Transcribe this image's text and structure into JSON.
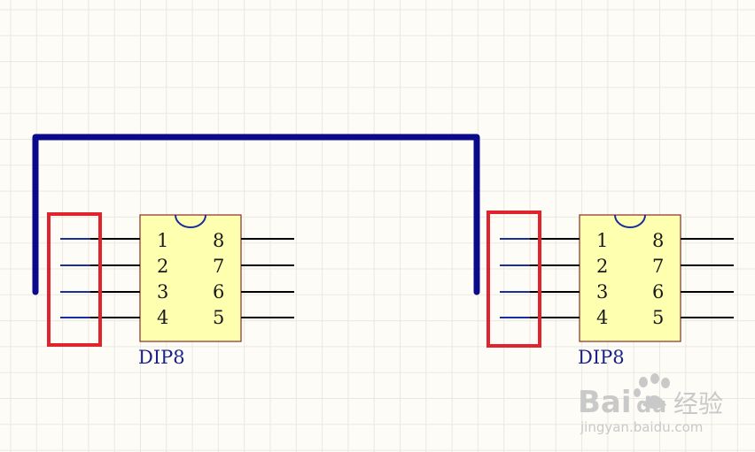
{
  "components": [
    {
      "label": "DIP8",
      "left_pins": [
        "1",
        "2",
        "3",
        "4"
      ],
      "right_pins": [
        "8",
        "7",
        "6",
        "5"
      ]
    },
    {
      "label": "DIP8",
      "left_pins": [
        "1",
        "2",
        "3",
        "4"
      ],
      "right_pins": [
        "8",
        "7",
        "6",
        "5"
      ]
    }
  ],
  "colors": {
    "background": "#fdfcf7",
    "grid": "#ebe9df",
    "body_fill": "#ffffb0",
    "body_stroke": "#8b2a2a",
    "wire": "#0a0a8a",
    "pin": "#000000",
    "pin_stub": "#1b2f9a",
    "highlight": "#e0232c",
    "label": "#1b1f8a"
  },
  "watermark": {
    "brand_main": "Bai",
    "brand_paw": "paw-icon",
    "brand_du": "du",
    "brand_cn": "经验",
    "url": "jingyan.baidu.com"
  }
}
